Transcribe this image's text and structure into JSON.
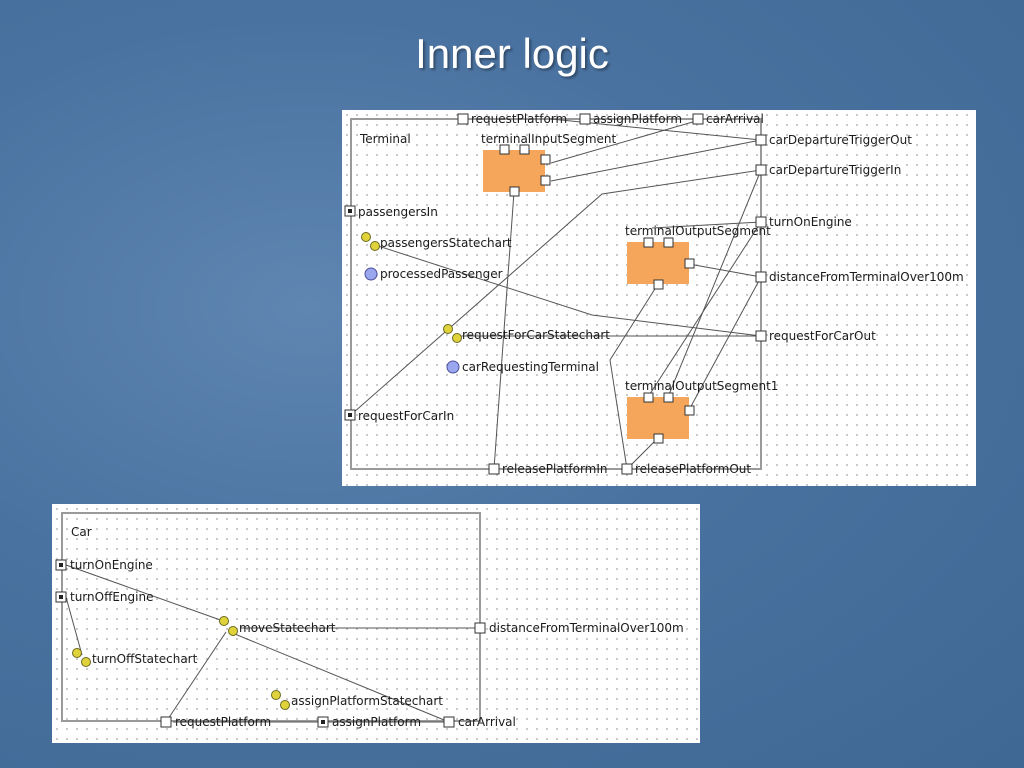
{
  "slide": {
    "title": "Inner logic"
  },
  "terminal": {
    "name": "Terminal",
    "ports": {
      "requestPlatform": "requestPlatform",
      "assignPlatform": "assignPlatform",
      "carArrival": "carArrival",
      "carDepartureTriggerOut": "carDepartureTriggerOut",
      "carDepartureTriggerIn": "carDepartureTriggerIn",
      "turnOnEngine": "turnOnEngine",
      "distanceFromTerminalOver100m": "distanceFromTerminalOver100m",
      "requestForCarOut": "requestForCarOut",
      "releasePlatformIn": "releasePlatformIn",
      "releasePlatformOut": "releasePlatformOut",
      "passengersIn": "passengersIn",
      "requestForCarIn": "requestForCarIn"
    },
    "statecharts": {
      "passengersStatechart": "passengersStatechart",
      "requestForCarStatechart": "requestForCarStatechart"
    },
    "variables": {
      "processedPassenger": "processedPassenger",
      "carRequestingTerminal": "carRequestingTerminal"
    },
    "segments": {
      "terminalInputSegment": "terminalInputSegment",
      "terminalOutputSegment": "terminalOutputSegment",
      "terminalOutputSegment1": "terminalOutputSegment1"
    }
  },
  "car": {
    "name": "Car",
    "ports": {
      "turnOnEngine": "turnOnEngine",
      "turnOffEngine": "turnOffEngine",
      "distanceFromTerminalOver100m": "distanceFromTerminalOver100m",
      "requestPlatform": "requestPlatform",
      "assignPlatform": "assignPlatform",
      "carArrival": "carArrival"
    },
    "statecharts": {
      "moveStatechart": "moveStatechart",
      "turnOffStatechart": "turnOffStatechart",
      "assignPlatformStatechart": "assignPlatformStatechart"
    }
  },
  "colors": {
    "background": "#4a72a0",
    "segment_fill": "#f5a65a",
    "variable_fill": "#9aa7ee",
    "statechart_fill": "#e0d23a",
    "border": "#8c8c8c"
  }
}
